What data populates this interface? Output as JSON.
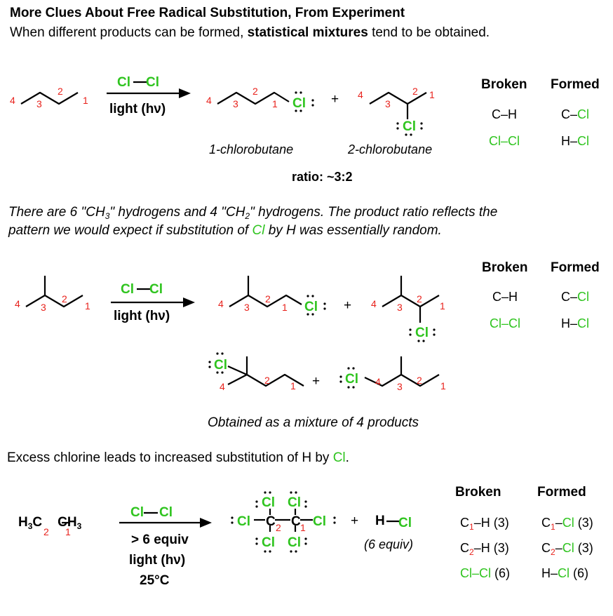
{
  "title": "More Clues About Free Radical Substitution, From Experiment",
  "intro": {
    "before": "When different products can be formed, ",
    "bold": "statistical mixtures",
    "after": " tend to be obtained."
  },
  "reaction1": {
    "reagent_top": "Cl",
    "reagent_top2": "Cl",
    "reagent_bottom": "light (hν)",
    "plus": "+",
    "product1_name": "1-chlorobutane",
    "product2_name": "2-chlorobutane",
    "ratio": "ratio: ~3:2",
    "carbon_numbers": [
      "4",
      "3",
      "2",
      "1"
    ],
    "cl_label": "Cl"
  },
  "explanation": {
    "p1": "There are 6 \"CH",
    "p1_sub": "3",
    "p2": "\" hydrogens and 4 \"CH",
    "p2_sub": "2",
    "p3": "\" hydrogens. The product ratio reflects the",
    "line2_a": "pattern we would expect if substitution of ",
    "line2_cl": "Cl",
    "line2_b": " by H was essentially random."
  },
  "reaction2": {
    "reagent_top": "Cl",
    "reagent_top2": "Cl",
    "reagent_bottom": "light (hν)",
    "plus": "+",
    "caption": "Obtained as a mixture of 4 products"
  },
  "excess": {
    "before": "Excess chlorine leads to increased substitution of H by ",
    "cl": "Cl",
    "after": "."
  },
  "reaction3": {
    "reactant": "H3C–CH3",
    "reagent_top": "Cl",
    "reagent_top2": "Cl",
    "cond1": "> 6 equiv",
    "cond2": "light (hν)",
    "cond3": "25°C",
    "plus": "+",
    "hcl_h": "H",
    "hcl_cl": "Cl",
    "hcl_equiv": "(6 equiv)"
  },
  "table1": {
    "broken_header": "Broken",
    "formed_header": "Formed",
    "broken": [
      "C–H",
      "Cl–Cl"
    ],
    "formed": [
      "C–Cl",
      "H–Cl"
    ]
  },
  "table2": {
    "broken_header": "Broken",
    "formed_header": "Formed",
    "broken": [
      "C–H",
      "Cl–Cl"
    ],
    "formed": [
      "C–Cl",
      "H–Cl"
    ]
  },
  "table3": {
    "broken_header": "Broken",
    "formed_header": "Formed",
    "broken": [
      "C1–H (3)",
      "C2–H (3)",
      "Cl–Cl (6)"
    ],
    "formed": [
      "C1–Cl (3)",
      "C2–Cl (3)",
      "H–Cl (6)"
    ]
  },
  "colors": {
    "green": "#2fc41f",
    "red": "#e8221c"
  }
}
